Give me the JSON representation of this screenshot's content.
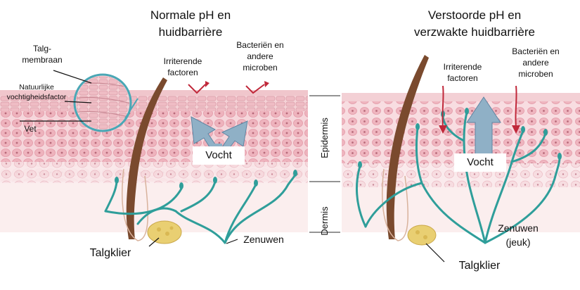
{
  "left_panel": {
    "title_line1": "Normale pH en",
    "title_line2": "huidbarrière",
    "irritant_line1": "Irriterende",
    "irritant_line2": "factoren",
    "bacteria_line1": "Bacteriën en",
    "bacteria_line2": "andere",
    "bacteria_line3": "microben",
    "moisture": "Vocht",
    "nerves": "Zenuwen",
    "gland": "Talgklier",
    "sebum_line1": "Talg-",
    "sebum_line2": "membraan",
    "nmf_line1": "Natuurlijke",
    "nmf_line2": "vochtigheidsfactor",
    "fat": "Vet"
  },
  "right_panel": {
    "title_line1": "Verstoorde pH en",
    "title_line2": "verzwakte huidbarrière",
    "irritant_line1": "Irriterende",
    "irritant_line2": "factoren",
    "bacteria_line1": "Bacteriën en",
    "bacteria_line2": "andere",
    "bacteria_line3": "microben",
    "moisture": "Vocht",
    "nerves_line1": "Zenuwen",
    "nerves_line2": "(jeuk)",
    "gland": "Talgklier"
  },
  "layers": {
    "epidermis": "Epidermis",
    "dermis": "Dermis"
  },
  "colors": {
    "skin_pink": "#f3c9cf",
    "cell_pink": "#eaa3b0",
    "nerve_teal": "#2f9e9a",
    "hair_brown": "#7a4a2e",
    "arrow_blue": "#8fb0c6",
    "dermis_bg": "#fbeeee",
    "gland_yellow": "#e9cf72",
    "red_arrow": "#c0283a"
  }
}
